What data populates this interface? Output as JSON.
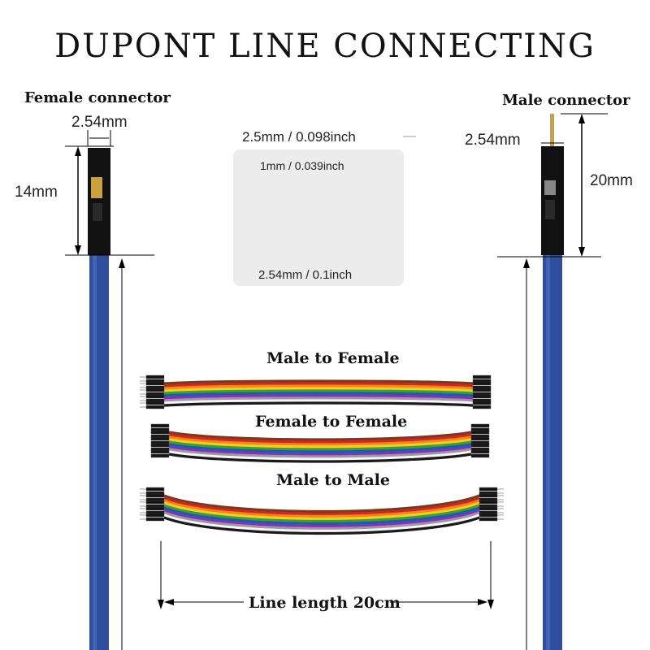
{
  "title": "DUPONT LINE CONNECTING",
  "female": {
    "header": "Female connector",
    "width": "2.54mm",
    "height": "14mm"
  },
  "male": {
    "header": "Male connector",
    "width": "2.54mm",
    "height": "20mm"
  },
  "spec": {
    "top": "2.5mm / 0.098inch",
    "inner": "1mm / 0.039inch",
    "pitch": "2.54mm / 0.1inch"
  },
  "ribbons": {
    "male_female": "Male to Female",
    "female_female": "Female to Female",
    "male_male": "Male to Male"
  },
  "length": "Line length 20cm",
  "colors": {
    "wire": "#2f4f9e",
    "housing": "#111111",
    "pin": "#c8a23c"
  },
  "ribbon_colors": [
    "#7a3a1a",
    "#e02020",
    "#f08a10",
    "#f2d21a",
    "#2aa63a",
    "#1f55c8",
    "#8a2fb0",
    "#9a9a9a",
    "#f5f5f5",
    "#1a1a1a"
  ]
}
